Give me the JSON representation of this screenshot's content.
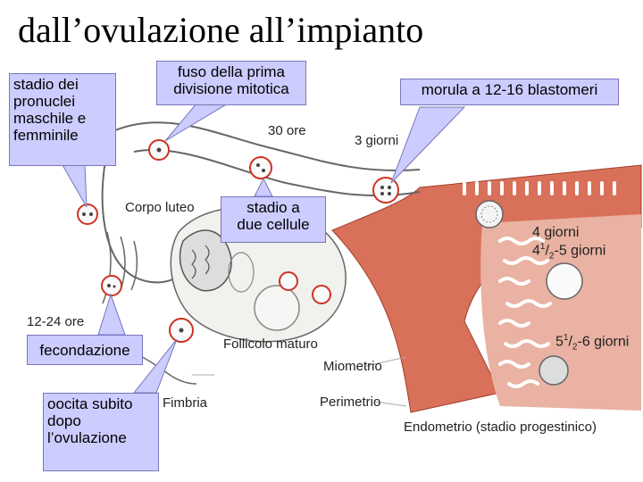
{
  "title": "dall’ovulazione all’impianto",
  "callouts": {
    "pronuclei": [
      "stadio dei",
      "pronuclei",
      "maschile e",
      "femminile"
    ],
    "fuso": [
      "fuso della prima",
      "divisione mitotica"
    ],
    "morula": "morula a 12-16 blastomeri",
    "due_cellule": [
      "stadio a",
      "due cellule"
    ],
    "fecondazione": "fecondazione",
    "oocita": [
      "oocita subito",
      "dopo",
      "l’ovulazione"
    ]
  },
  "labels": {
    "ore30": "30 ore",
    "giorni3": "3 giorni",
    "corpo_luteo": "Corpo luteo",
    "giorni4": "4 giorni",
    "giorni4b_base": "4",
    "giorni4b_sup": "1",
    "giorni4b_sub": "2",
    "giorni4b_tail": "-5 giorni",
    "ore12_24": "12-24 ore",
    "follicolo": "Follicolo maturo",
    "giorni5_base": "5",
    "giorni5_sup": "1",
    "giorni5_sub": "2",
    "giorni5_tail": "-6 giorni",
    "miometrio": "Miometrio",
    "perimetrio": "Perimetrio",
    "fimbria": "Fimbria",
    "endometrio": "Endometrio (stadio progestinico)"
  },
  "colors": {
    "callout_fill": "#ccccff",
    "tissue": "#d9705a",
    "tissue_light": "#e8a08c",
    "cell_ring": "#cc3322",
    "outline": "#666666"
  }
}
